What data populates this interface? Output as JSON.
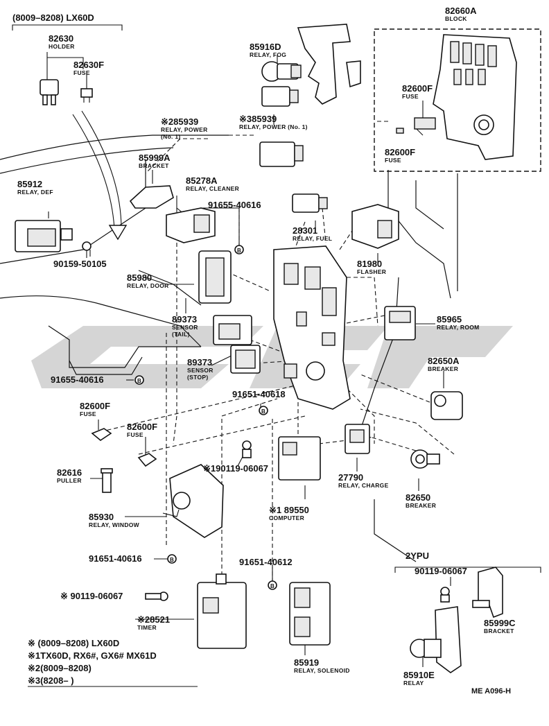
{
  "header_group": "(8009–8208) LX60D",
  "ref_code": "ME  A096-H",
  "watermark_color": "#b3b3b3",
  "parts": [
    {
      "id": "p82630",
      "number": "82630",
      "desc": "HOLDER"
    },
    {
      "id": "p82630F",
      "number": "82630F",
      "desc": "FUSE"
    },
    {
      "id": "p85916D",
      "number": "85916D",
      "desc": "RELAY, FOG"
    },
    {
      "id": "p82660A",
      "number": "82660A",
      "desc": "BLOCK"
    },
    {
      "id": "p85939a",
      "number": "※285939",
      "desc": "RELAY, POWER",
      "desc2": "(No. 1)"
    },
    {
      "id": "p85939b",
      "number": "※385939",
      "desc": "RELAY, POWER (No. 1)"
    },
    {
      "id": "p82600Fa",
      "number": "82600F",
      "desc": "FUSE"
    },
    {
      "id": "p82600Fb",
      "number": "82600F",
      "desc": "FUSE"
    },
    {
      "id": "p85999A",
      "number": "85999A",
      "desc": "BRACKET"
    },
    {
      "id": "p85278A",
      "number": "85278A",
      "desc": "RELAY, CLEANER"
    },
    {
      "id": "p85912",
      "number": "85912",
      "desc": "RELAY, DEF"
    },
    {
      "id": "p91655a",
      "number": "91655-40616",
      "desc": ""
    },
    {
      "id": "p28301",
      "number": "28301",
      "desc": "RELAY, FUEL"
    },
    {
      "id": "p90159",
      "number": "90159-50105",
      "desc": ""
    },
    {
      "id": "p81980",
      "number": "81980",
      "desc": "FLASHER"
    },
    {
      "id": "p85980",
      "number": "85980",
      "desc": "RELAY, DOOR"
    },
    {
      "id": "p89373a",
      "number": "89373",
      "desc": "SENSOR",
      "desc2": "(TAIL)"
    },
    {
      "id": "p85965",
      "number": "85965",
      "desc": "RELAY, ROOM"
    },
    {
      "id": "p89373b",
      "number": "89373",
      "desc": "SENSOR",
      "desc2": "(STOP)"
    },
    {
      "id": "p82650A",
      "number": "82650A",
      "desc": "BREAKER"
    },
    {
      "id": "p91655b",
      "number": "91655-40616",
      "desc": ""
    },
    {
      "id": "p91651a",
      "number": "91651-40618",
      "desc": ""
    },
    {
      "id": "p82600Fc",
      "number": "82600F",
      "desc": "FUSE"
    },
    {
      "id": "p82600Fd",
      "number": "82600F",
      "desc": "FUSE"
    },
    {
      "id": "p90119a",
      "number": "※190119-06067",
      "desc": ""
    },
    {
      "id": "p82616",
      "number": "82616",
      "desc": "PULLER"
    },
    {
      "id": "p27790",
      "number": "27790",
      "desc": "RELAY, CHARGE"
    },
    {
      "id": "p82650",
      "number": "82650",
      "desc": "BREAKER"
    },
    {
      "id": "p89550",
      "number": "※1 89550",
      "desc": "COMPUTER"
    },
    {
      "id": "p85930",
      "number": "85930",
      "desc": "RELAY, WINDOW"
    },
    {
      "id": "p91651b",
      "number": "91651-40616",
      "desc": ""
    },
    {
      "id": "p91651c",
      "number": "91651-40612",
      "desc": ""
    },
    {
      "id": "p2YPU",
      "number": "2YPU",
      "desc": ""
    },
    {
      "id": "p90119b",
      "number": "90119-06067",
      "desc": ""
    },
    {
      "id": "p90119c",
      "number": "※ 90119-06067",
      "desc": ""
    },
    {
      "id": "p85999C",
      "number": "85999C",
      "desc": "BRACKET"
    },
    {
      "id": "p28521",
      "number": "※28521",
      "desc": "TIMER"
    },
    {
      "id": "p85919",
      "number": "85919",
      "desc": "RELAY, SOLENOID"
    },
    {
      "id": "p85910E",
      "number": "85910E",
      "desc": "RELAY"
    }
  ],
  "callout_marker": "B",
  "notes": [
    "※   (8009–8208) LX60D",
    "※1TX60D, RX6#, GX6# MX61D",
    "※2(8009–8208)",
    "※3(8208–        )"
  ]
}
